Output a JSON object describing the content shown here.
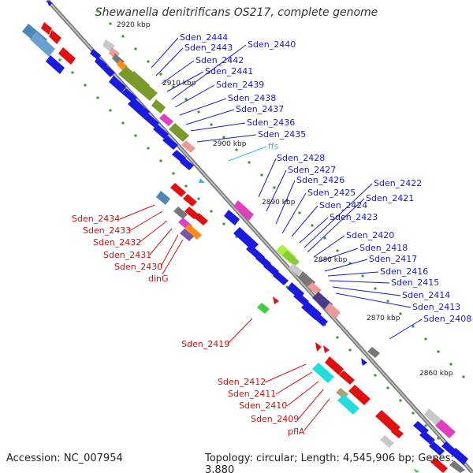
{
  "title": "Shewanella denitrificans OS217, complete genome",
  "footer": {
    "accession": "Accession: NC_007954",
    "topology": "Topology: circular; Length: 4,545,906 bp; Genes: 3,880"
  },
  "scale_labels": [
    "2920 kbp",
    "2910 kbp",
    "2900 kbp",
    "2890 kbp",
    "2880 kbp",
    "2870 kbp",
    "2860 kbp"
  ],
  "forward_labels": [
    "Sden_2444",
    "Sden_2443",
    "Sden_2442",
    "Sden_2441",
    "Sden_2440",
    "Sden_2439",
    "Sden_2438",
    "Sden_2437",
    "Sden_2436",
    "Sden_2435",
    "ffs",
    "Sden_2428",
    "Sden_2427",
    "Sden_2426",
    "Sden_2425",
    "Sden_2424",
    "Sden_2423",
    "Sden_2422",
    "Sden_2421",
    "Sden_2420",
    "Sden_2418",
    "Sden_2417",
    "Sden_2416",
    "Sden_2415",
    "Sden_2414",
    "Sden_2413",
    "Sden_2408"
  ],
  "reverse_labels": [
    "Sden_2434",
    "Sden_2433",
    "Sden_2432",
    "Sden_2431",
    "Sden_2430",
    "dinG",
    "Sden_2419",
    "Sden_2412",
    "Sden_2411",
    "Sden_2410",
    "Sden_2409",
    "pflA"
  ],
  "colors": {
    "forward_label": "#1a1acc",
    "reverse_label": "#cc1111",
    "rna_label": "#33bbee",
    "backbone": "#888888",
    "tick": "#339933"
  }
}
